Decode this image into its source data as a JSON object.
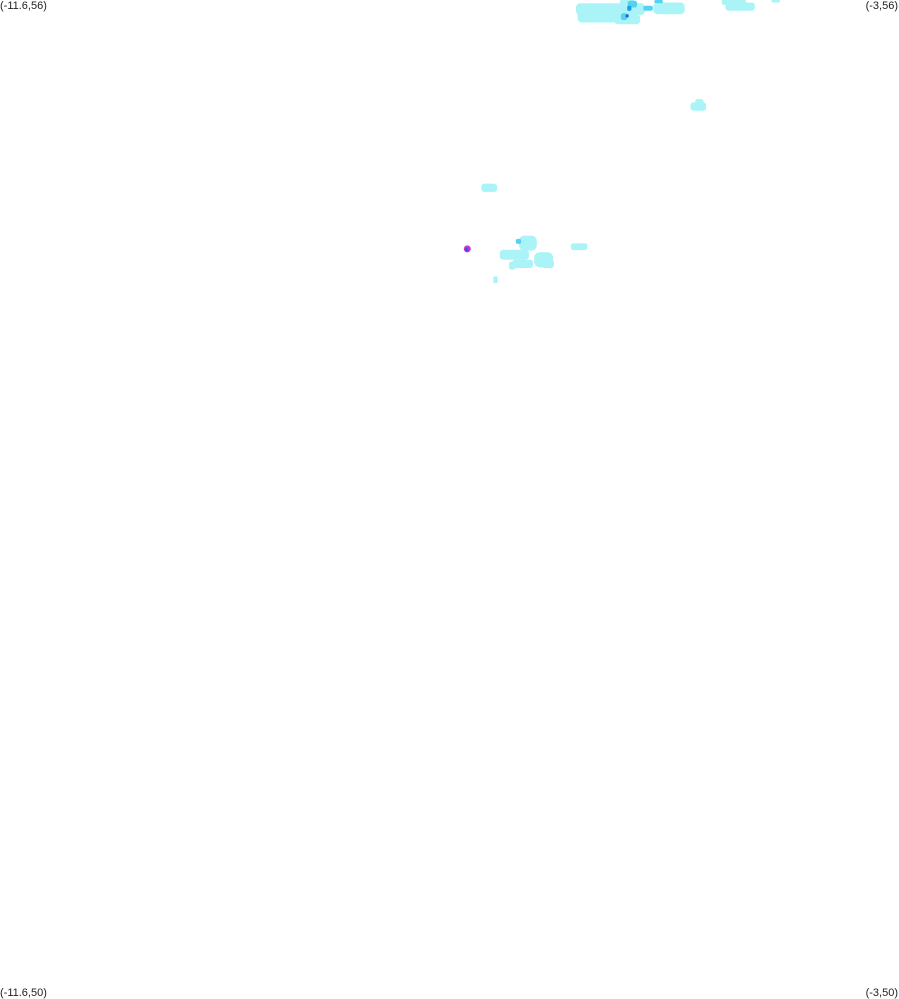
{
  "corners": {
    "top_left": "(-11.6,56)",
    "top_right": "(-3,56)",
    "bottom_left": "(-11.6,50)",
    "bottom_right": "(-3,50)"
  },
  "bounds": {
    "lon_min": -11.6,
    "lon_max": -3,
    "lat_min": 50,
    "lat_max": 56
  },
  "colors": {
    "background": "#ffffff",
    "light": "#aaf4f8",
    "medium": "#55d2f0",
    "strong": "#1f9fe6",
    "heavy": "#1a66d8",
    "marker_outer": "#cc33cc",
    "marker_inner": "#3355ff"
  },
  "precip_cells": [
    {
      "lon": -5.6,
      "lat": 55.985,
      "w": 0.14,
      "h": 0.03,
      "level": "light"
    },
    {
      "lon": -5.76,
      "lat": 55.945,
      "w": 0.66,
      "h": 0.07,
      "level": "light"
    },
    {
      "lon": -5.8,
      "lat": 55.9,
      "w": 0.55,
      "h": 0.07,
      "level": "light"
    },
    {
      "lon": -5.6,
      "lat": 55.885,
      "w": 0.25,
      "h": 0.06,
      "level": "light"
    },
    {
      "lon": -5.2,
      "lat": 55.95,
      "w": 0.3,
      "h": 0.07,
      "level": "light"
    },
    {
      "lon": -4.58,
      "lat": 55.99,
      "w": 0.23,
      "h": 0.04,
      "level": "light"
    },
    {
      "lon": -4.52,
      "lat": 55.96,
      "w": 0.28,
      "h": 0.05,
      "level": "light"
    },
    {
      "lon": -4.18,
      "lat": 55.995,
      "w": 0.08,
      "h": 0.02,
      "level": "light"
    },
    {
      "lon": -5.55,
      "lat": 55.975,
      "w": 0.09,
      "h": 0.04,
      "level": "medium"
    },
    {
      "lon": -5.4,
      "lat": 55.95,
      "w": 0.09,
      "h": 0.03,
      "level": "medium"
    },
    {
      "lon": -5.3,
      "lat": 55.99,
      "w": 0.08,
      "h": 0.02,
      "level": "medium"
    },
    {
      "lon": -5.63,
      "lat": 55.9,
      "w": 0.06,
      "h": 0.04,
      "level": "medium"
    },
    {
      "lon": -5.58,
      "lat": 55.95,
      "w": 0.04,
      "h": 0.03,
      "level": "strong"
    },
    {
      "lon": -5.6,
      "lat": 55.905,
      "w": 0.03,
      "h": 0.02,
      "level": "heavy"
    },
    {
      "lon": -4.91,
      "lat": 55.385,
      "w": 0.08,
      "h": 0.04,
      "level": "light"
    },
    {
      "lon": -4.92,
      "lat": 55.36,
      "w": 0.15,
      "h": 0.05,
      "level": "light"
    },
    {
      "lon": -6.92,
      "lat": 54.872,
      "w": 0.15,
      "h": 0.05,
      "level": "light"
    },
    {
      "lon": -6.55,
      "lat": 54.54,
      "w": 0.17,
      "h": 0.09,
      "level": "light"
    },
    {
      "lon": -6.68,
      "lat": 54.47,
      "w": 0.28,
      "h": 0.06,
      "level": "light"
    },
    {
      "lon": -6.7,
      "lat": 54.405,
      "w": 0.06,
      "h": 0.05,
      "level": "light"
    },
    {
      "lon": -6.6,
      "lat": 54.415,
      "w": 0.2,
      "h": 0.05,
      "level": "light"
    },
    {
      "lon": -6.4,
      "lat": 54.44,
      "w": 0.18,
      "h": 0.09,
      "level": "light"
    },
    {
      "lon": -6.36,
      "lat": 54.415,
      "w": 0.12,
      "h": 0.05,
      "level": "light"
    },
    {
      "lon": -6.06,
      "lat": 54.518,
      "w": 0.16,
      "h": 0.04,
      "level": "light"
    },
    {
      "lon": -6.64,
      "lat": 54.55,
      "w": 0.05,
      "h": 0.03,
      "level": "medium"
    },
    {
      "lon": -6.86,
      "lat": 54.32,
      "w": 0.04,
      "h": 0.04,
      "level": "light"
    }
  ],
  "marker": {
    "lon": -7.13,
    "lat": 54.505
  }
}
